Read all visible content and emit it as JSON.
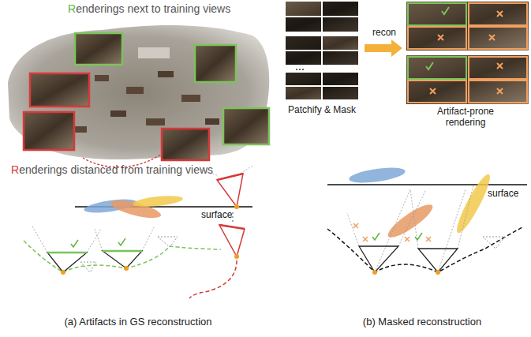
{
  "diagram": {
    "labels": [
      "Renderings next to training views",
      "Renderings distanced from training views",
      "surface",
      "surface",
      "Patchify & Mask",
      "recon",
      "Artifact-prone rendering",
      "(a) Artifacts in GS reconstruction",
      "(b) Masked reconstruction"
    ]
  }
}
